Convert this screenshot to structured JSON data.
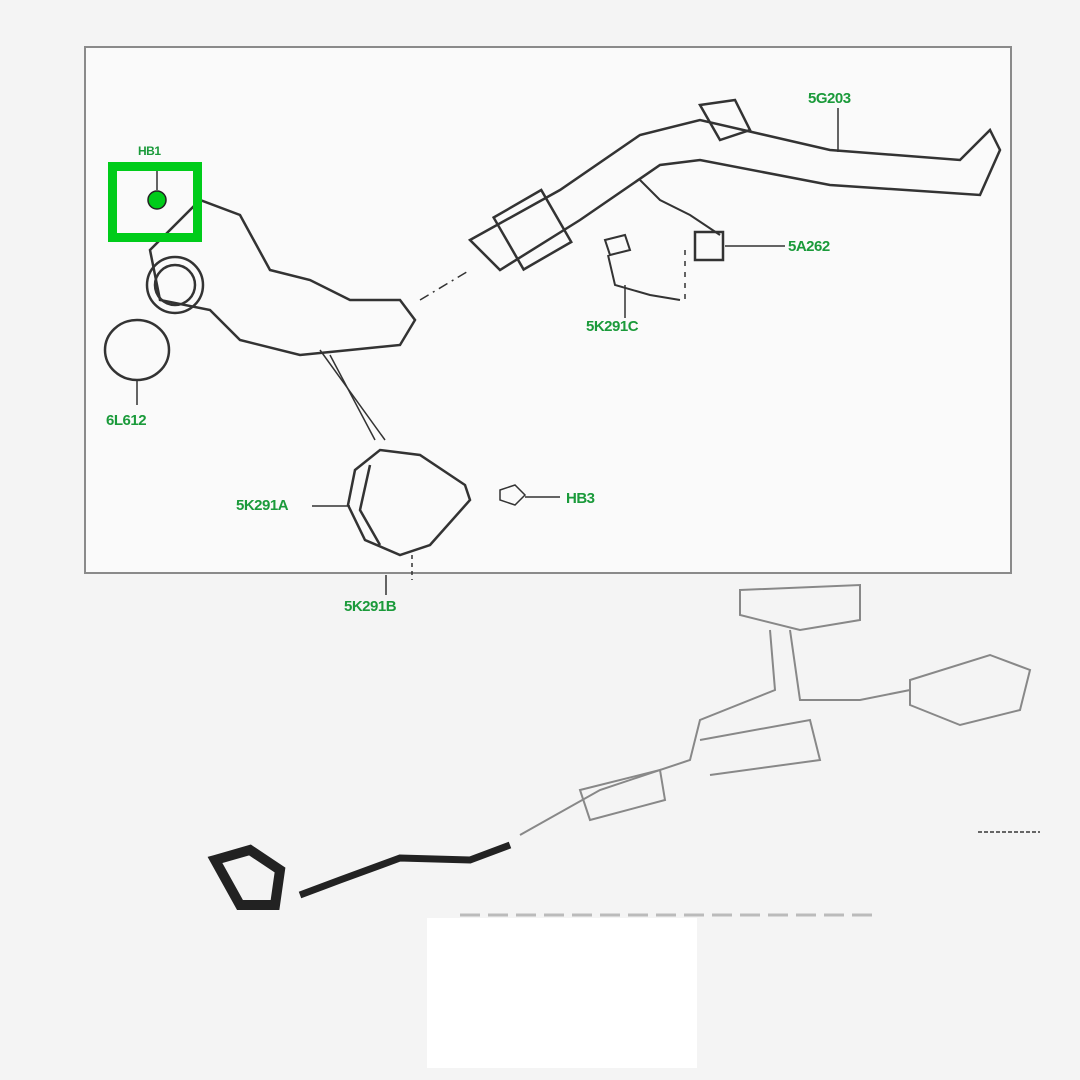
{
  "diagram": {
    "labels": {
      "hb1": "HB1",
      "g203": "5G203",
      "a262": "5A262",
      "k291c": "5K291C",
      "l612": "6L612",
      "k291a": "5K291A",
      "hb3": "HB3",
      "k291b": "5K291B"
    },
    "highlight_color": "#00cc1a",
    "label_color": "#1a9a3a"
  }
}
